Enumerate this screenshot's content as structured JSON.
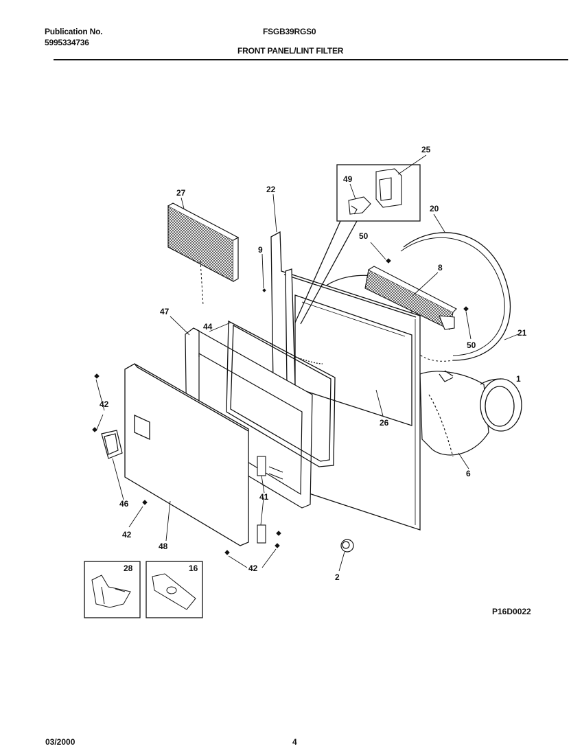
{
  "header": {
    "publication_label": "Publication No.",
    "publication_number": "5995334736",
    "model": "FSGB39RGS0",
    "title": "FRONT PANEL/LINT FILTER"
  },
  "callouts": {
    "c25": "25",
    "c49": "49",
    "c27": "27",
    "c22": "22",
    "c20": "20",
    "c50a": "50",
    "c9": "9",
    "c8": "8",
    "c47": "47",
    "c44": "44",
    "c50b": "50",
    "c21": "21",
    "c1": "1",
    "c42a": "42",
    "c26": "26",
    "c6": "6",
    "c41": "41",
    "c46": "46",
    "c42b": "42",
    "c48": "48",
    "c42c": "42",
    "c2": "2",
    "c28": "28",
    "c16": "16"
  },
  "drawing_code": "P16D0022",
  "footer": {
    "date": "03/2000",
    "page": "4"
  }
}
